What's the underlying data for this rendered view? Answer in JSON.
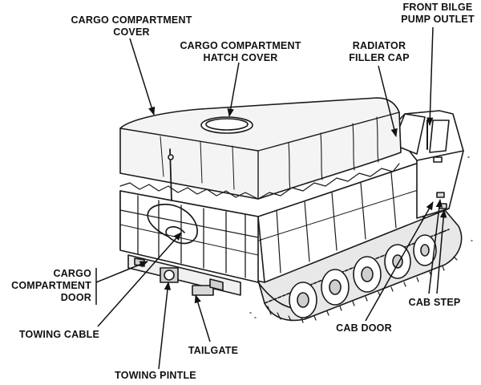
{
  "labels": {
    "cargo_compartment_cover": [
      "CARGO COMPARTMENT",
      "COVER"
    ],
    "cargo_compartment_hatch_cover": [
      "CARGO COMPARTMENT",
      "HATCH COVER"
    ],
    "front_bilge_pump_outlet": [
      "FRONT BILGE",
      "PUMP OUTLET"
    ],
    "radiator_filler_cap": [
      "RADIATOR",
      "FILLER CAP"
    ],
    "cargo_compartment_door": [
      "CARGO",
      "COMPARTMENT",
      "DOOR"
    ],
    "towing_cable": [
      "TOWING CABLE"
    ],
    "tailgate": [
      "TAILGATE"
    ],
    "towing_pintle": [
      "TOWING PINTLE"
    ],
    "cab_door": [
      "CAB DOOR"
    ],
    "cab_step": [
      "CAB STEP"
    ]
  },
  "colors": {
    "line": "#1a1a1a",
    "cover": "#f4f4f4",
    "background": "#ffffff"
  }
}
